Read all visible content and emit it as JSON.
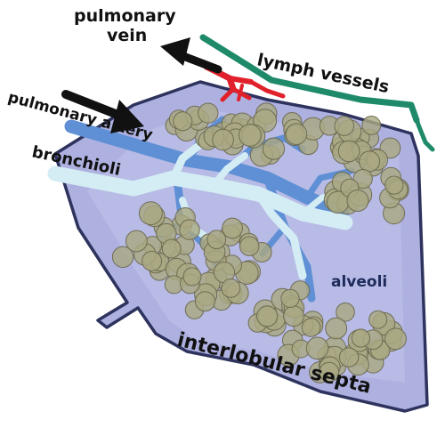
{
  "labels": {
    "pulmonary_vein": [
      "pulmonary",
      "vein"
    ],
    "lymph_vessels": "lymph vessels",
    "pulmonary_artery": "pulmonary artery",
    "bronchioli": "bronchioli",
    "alveoli": "alveoli",
    "interlobular_septa": "interlobular septa"
  },
  "colors": {
    "lobule_fill": "#aeb1e0",
    "lobule_inner": "#bfc2ea",
    "septa_stroke": "#2e335e",
    "vein": "#e0202a",
    "lymph": "#1e8a6a",
    "artery": "#5f8fd4",
    "bronchiole": "#d4ecf4",
    "alveolus_fill": "#a9a882",
    "alveolus_stroke": "#6f6c52",
    "arrow": "#111111"
  },
  "icons": {
    "vein_arrow": "arrow-pointing-up-left",
    "artery_arrow": "arrow-pointing-down-right"
  }
}
